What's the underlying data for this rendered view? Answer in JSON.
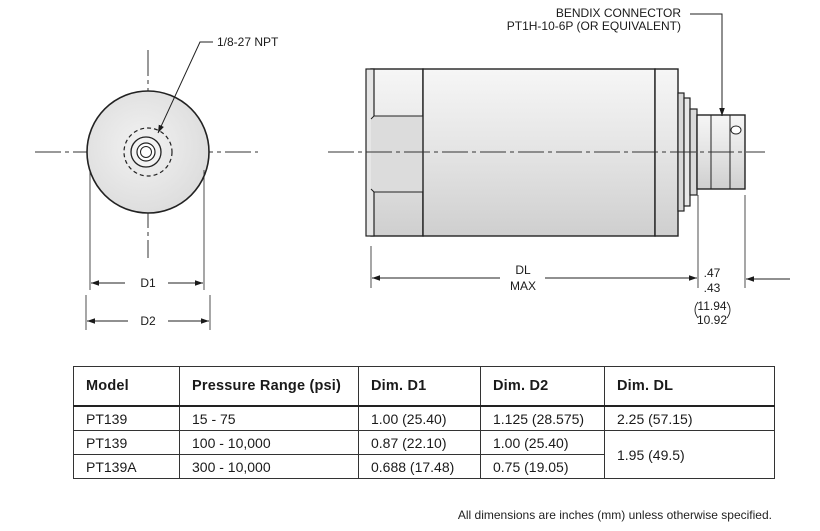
{
  "labels": {
    "npt": "1/8-27 NPT",
    "connector_line1": "BENDIX CONNECTOR",
    "connector_line2": "PT1H-10-6P (OR EQUIVALENT)",
    "d1": "D1",
    "d2": "D2",
    "dl": "DL",
    "dl_max": "MAX",
    "dim_047": ".47",
    "dim_043": ".43",
    "dim_1194": "11.94",
    "dim_1092": "10.92"
  },
  "table": {
    "headers": [
      "Model",
      "Pressure Range (psi)",
      "Dim. D1",
      "Dim. D2",
      "Dim. DL"
    ],
    "rows": [
      {
        "model": "PT139",
        "range": "15 - 75",
        "d1": "1.00 (25.40)",
        "d2": "1.125 (28.575)",
        "dl": "2.25 (57.15)"
      },
      {
        "model": "PT139",
        "range": "100 - 10,000",
        "d1": "0.87 (22.10)",
        "d2": "1.00 (25.40)",
        "dl": "1.95 (49.5)"
      },
      {
        "model": "PT139A",
        "range": "300 - 10,000",
        "d1": "0.688 (17.48)",
        "d2": "0.75 (19.05)"
      }
    ]
  },
  "footnote": "All dimensions are inches (mm) unless otherwise specified."
}
